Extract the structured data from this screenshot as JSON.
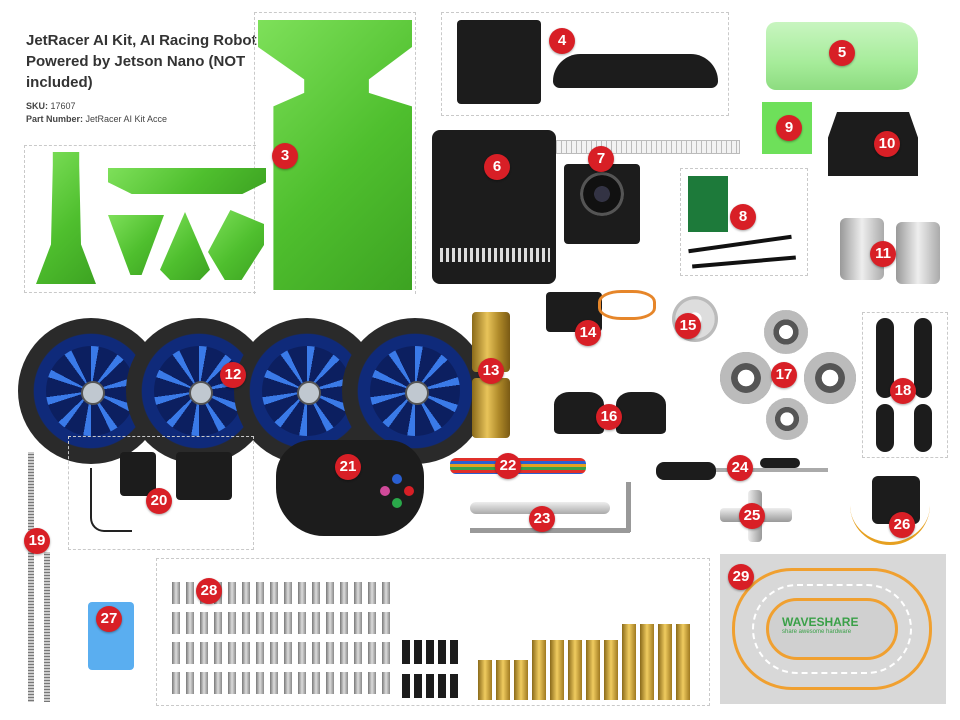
{
  "product": {
    "title_line1": "JetRacer AI Kit, AI Racing Robot",
    "title_line2": "Powered by Jetson Nano (NOT",
    "title_line3": "included)",
    "sku_label": "SKU:",
    "sku_value": "17607",
    "part_label": "Part Number:",
    "part_value": "JetRacer AI Kit Acce"
  },
  "parts": {
    "p3": "3",
    "p4": "4",
    "p5": "5",
    "p6": "6",
    "p7": "7",
    "p8": "8",
    "p9": "9",
    "p10": "10",
    "p11": "11",
    "p12": "12",
    "p13": "13",
    "p14": "14",
    "p15": "15",
    "p16": "16",
    "p17": "17",
    "p18": "18",
    "p19": "19",
    "p20": "20",
    "p21": "21",
    "p22": "22",
    "p23": "23",
    "p24": "24",
    "p25": "25",
    "p26": "26",
    "p27": "27",
    "p28": "28",
    "p29": "29"
  },
  "mat": {
    "brand": "WAVESHARE",
    "slogan": "share awesome hardware"
  },
  "colors": {
    "badge": "#d81f26",
    "acrylic_green": "#4fbf2e",
    "wheel_blue": "#2a5fd0"
  }
}
